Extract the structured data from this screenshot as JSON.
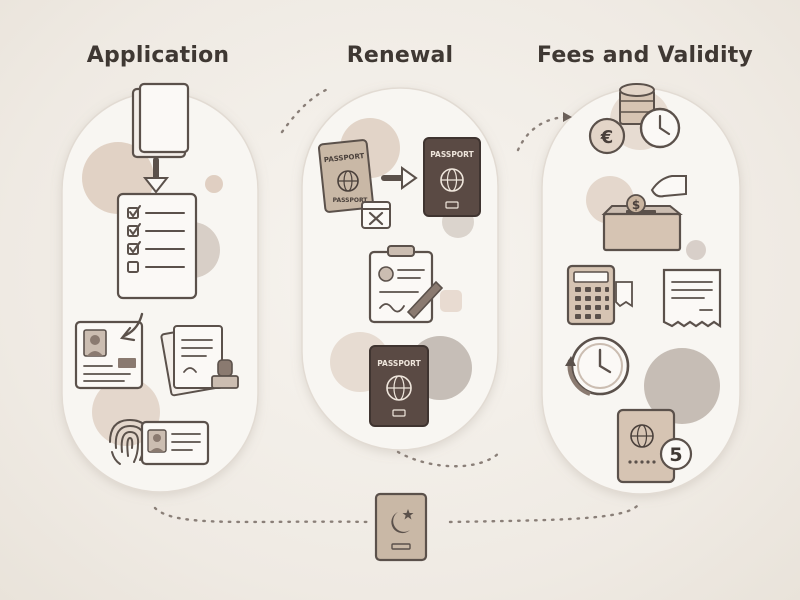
{
  "columns": [
    {
      "title": "Application"
    },
    {
      "title": "Renewal"
    },
    {
      "title": "Fees and Validity"
    }
  ],
  "icons": {
    "passport_word": "PASSPORT",
    "euro_symbol": "€",
    "dollar_symbol": "$",
    "validity_years": "5"
  },
  "colors": {
    "background": "#f2eee8",
    "pill_fill": "#f8f6f2",
    "icon_stroke": "#5b514b",
    "passport_dark": "#5a4a44",
    "blob_tan": "#d9c6b5",
    "blob_gray": "#bfb5ad",
    "connector": "#8a7f78"
  }
}
